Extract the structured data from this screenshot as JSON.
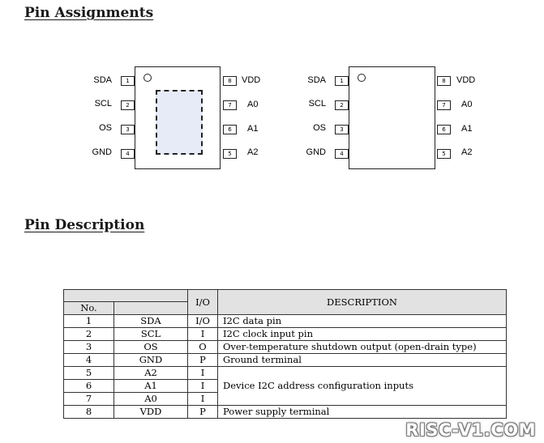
{
  "pin_assignments": {
    "heading": "Pin Assignments",
    "chips": [
      {
        "has_exposed_pad": true,
        "left_pins": [
          {
            "label": "SDA",
            "num": "1"
          },
          {
            "label": "SCL",
            "num": "2"
          },
          {
            "label": "OS",
            "num": "3"
          },
          {
            "label": "GND",
            "num": "4"
          }
        ],
        "right_pins": [
          {
            "label": "VDD",
            "num": "8"
          },
          {
            "label": "A0",
            "num": "7"
          },
          {
            "label": "A1",
            "num": "6"
          },
          {
            "label": "A2",
            "num": "5"
          }
        ]
      },
      {
        "has_exposed_pad": false,
        "left_pins": [
          {
            "label": "SDA",
            "num": "1"
          },
          {
            "label": "SCL",
            "num": "2"
          },
          {
            "label": "OS",
            "num": "3"
          },
          {
            "label": "GND",
            "num": "4"
          }
        ],
        "right_pins": [
          {
            "label": "VDD",
            "num": "8"
          },
          {
            "label": "A0",
            "num": "7"
          },
          {
            "label": "A1",
            "num": "6"
          },
          {
            "label": "A2",
            "num": "5"
          }
        ]
      }
    ]
  },
  "pin_description": {
    "heading": "Pin Description",
    "table": {
      "headers": {
        "no": "No.",
        "io": "I/O",
        "description": "DESCRIPTION"
      },
      "rows": [
        {
          "no": "1",
          "name": "SDA",
          "io": "I/O",
          "description": "I2C data pin"
        },
        {
          "no": "2",
          "name": "SCL",
          "io": "I",
          "description": "I2C clock input pin"
        },
        {
          "no": "3",
          "name": "OS",
          "io": "O",
          "description": "Over-temperature shutdown output (open-drain type)"
        },
        {
          "no": "4",
          "name": "GND",
          "io": "P",
          "description": "Ground terminal"
        },
        {
          "no": "5",
          "name": "A2",
          "io": "I",
          "description": "Device I2C address configuration inputs"
        },
        {
          "no": "6",
          "name": "A1",
          "io": "I",
          "description": ""
        },
        {
          "no": "7",
          "name": "A0",
          "io": "I",
          "description": ""
        },
        {
          "no": "8",
          "name": "VDD",
          "io": "P",
          "description": "Power supply terminal"
        }
      ]
    }
  },
  "watermark": "RISC-V1.COM"
}
